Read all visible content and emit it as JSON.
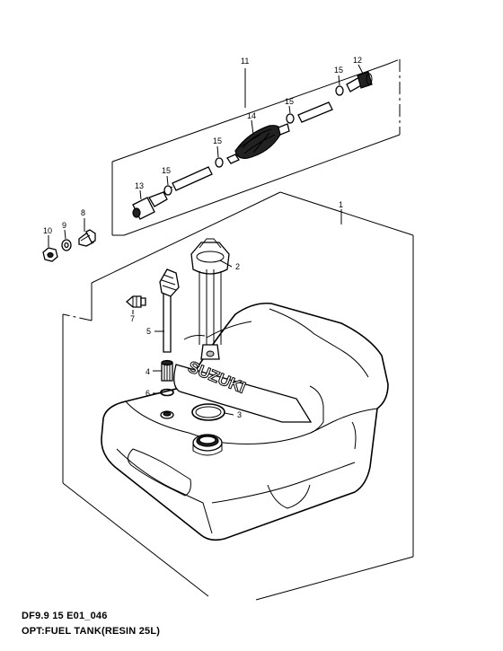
{
  "caption": {
    "line1": "DF9.9 15 E01_046",
    "line2": "OPT:FUEL TANK(RESIN 25L)"
  },
  "callouts": {
    "c1": "1",
    "c2": "2",
    "c3": "3",
    "c4": "4",
    "c5": "5",
    "c6": "6",
    "c7": "7",
    "c8": "8",
    "c9": "9",
    "c10": "10",
    "c11": "11",
    "c12": "12",
    "c13": "13",
    "c14": "14",
    "c15a": "15",
    "c15b": "15",
    "c15c": "15",
    "c15d": "15"
  },
  "tank_brand": "SUZUKI"
}
